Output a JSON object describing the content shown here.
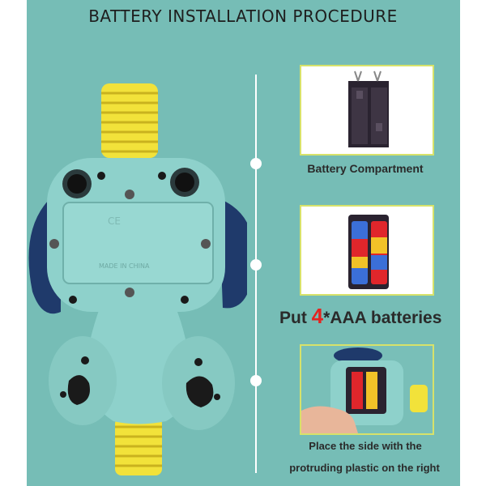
{
  "title": "BATTERY INSTALLATION PROCEDURE",
  "toy_labels": {
    "ce_mark": "CE",
    "made_in": "MADE IN CHINA"
  },
  "steps": {
    "step1": {
      "caption": "Battery Compartment"
    },
    "step2": {
      "prefix": "Put ",
      "count": "4",
      "suffix": "*AAA batteries"
    },
    "step3": {
      "line1": "Place the side with the",
      "line2": "protruding plastic on the right"
    }
  },
  "colors": {
    "background": "#76bdb6",
    "toy_body": "#8ed1cb",
    "ears": "#1f3a6b",
    "springs": "#f2e23a",
    "frame_border": "#d7e26a",
    "highlight_number": "#e42320"
  }
}
